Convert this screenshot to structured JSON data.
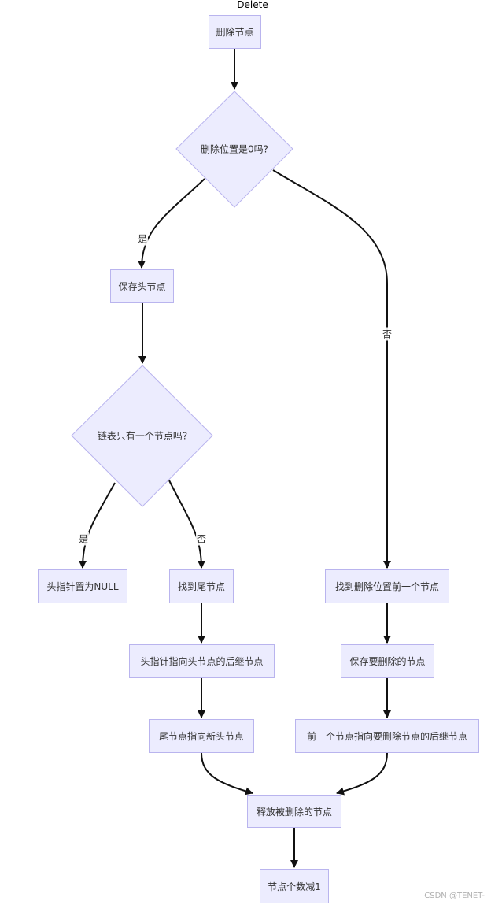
{
  "title": "Delete",
  "nodes": {
    "delete_node": "删除节点",
    "is_pos_zero": "删除位置是0吗?",
    "save_head": "保存头节点",
    "only_one": "链表只有一个节点吗?",
    "head_null": "头指针置为NULL",
    "find_tail": "找到尾节点",
    "head_to_next": "头指针指向头节点的后继节点",
    "tail_to_new_head": "尾节点指向新头节点",
    "find_prev": "找到删除位置前一个节点",
    "save_target": "保存要删除的节点",
    "prev_to_next": "前一个节点指向要删除节点的后继节点",
    "free_node": "释放被删除的节点",
    "count_dec": "节点个数减1"
  },
  "edges": {
    "yes_1": "是",
    "no_1": "否",
    "yes_2": "是",
    "no_2": "否"
  },
  "watermark": "CSDN @TENET-",
  "colors": {
    "node_fill": "#ececfe",
    "node_border": "#b9b4ee",
    "edge": "#111111"
  }
}
